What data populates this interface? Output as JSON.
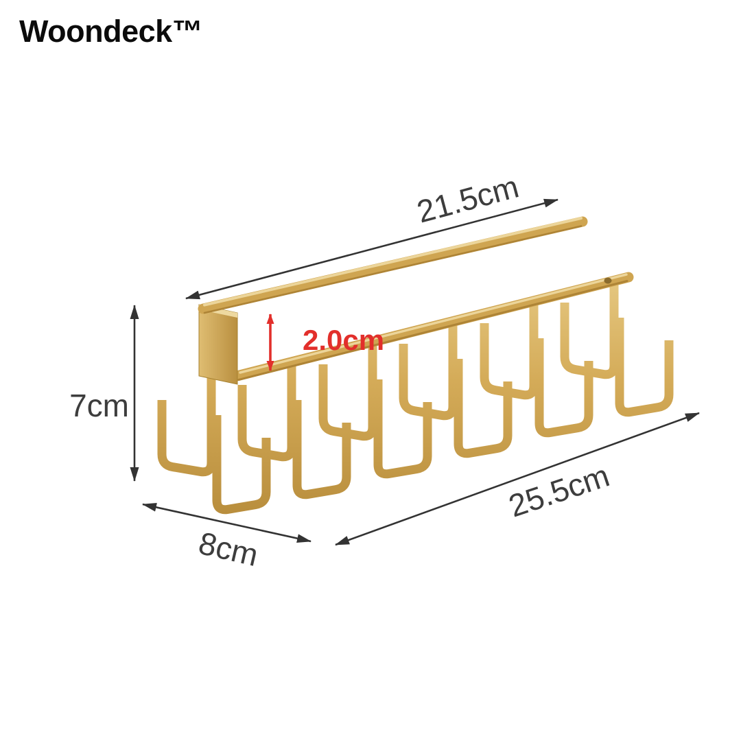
{
  "brand": {
    "name": "Woondeck™"
  },
  "dimensions": {
    "top_length": "21.5cm",
    "gap_height": "2.0cm",
    "side_height": "7cm",
    "depth": "8cm",
    "total_length": "25.5cm"
  },
  "colors": {
    "gold": "#cfa551",
    "gold_light": "#ecd59a",
    "gold_dark": "#ae8436",
    "dimension_line": "#333333",
    "dimension_text": "#3d3d3d",
    "accent_red": "#e22f2b",
    "background": "#ffffff",
    "brand_text": "#0b0b0b"
  }
}
